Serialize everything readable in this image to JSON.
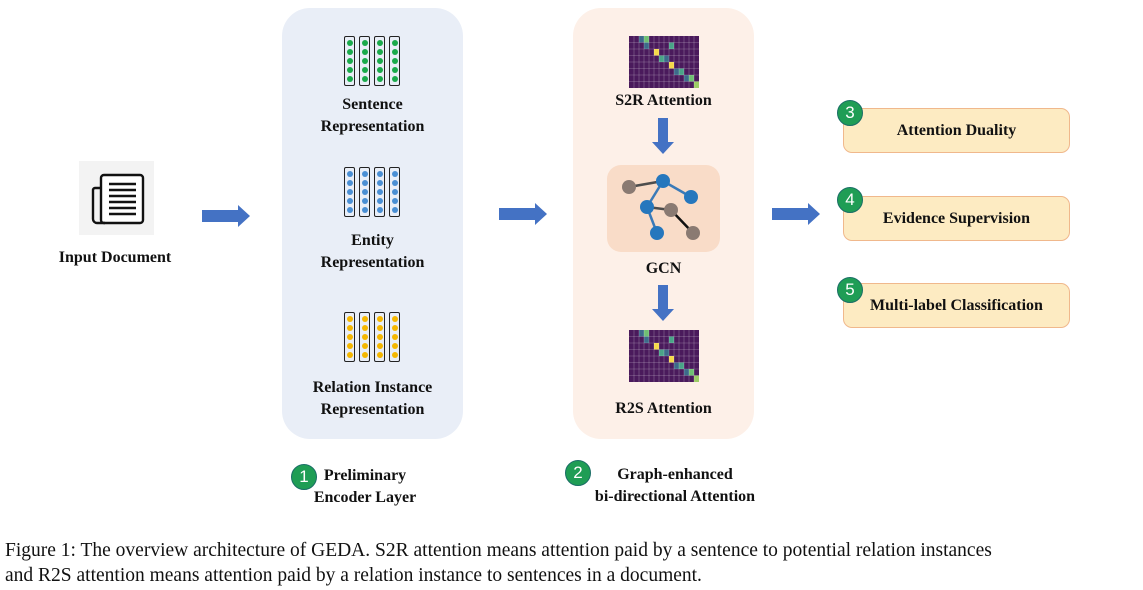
{
  "input": {
    "icon": "newspaper-document-icon",
    "label": "Input Document"
  },
  "encoder_panel": {
    "items": [
      {
        "label_line1": "Sentence",
        "label_line2": "Representation",
        "icon": "vector-stack-icon",
        "dot_color": "#1aaa4b"
      },
      {
        "label_line1": "Entity",
        "label_line2": "Representation",
        "icon": "vector-stack-icon",
        "dot_color": "#4a8fd4"
      },
      {
        "label_line1": "Relation Instance",
        "label_line2": "Representation",
        "icon": "vector-stack-icon",
        "dot_color": "#f5b700"
      }
    ],
    "step_number": "1",
    "title_line1": "Preliminary",
    "title_line2": "Encoder Layer"
  },
  "attention_panel": {
    "top_label": "S2R Attention",
    "middle_label": "GCN",
    "bottom_label": "R2S Attention",
    "step_number": "2",
    "title_line1": "Graph-enhanced",
    "title_line2": "bi-directional Attention"
  },
  "outputs": [
    {
      "step_number": "3",
      "label": "Attention Duality"
    },
    {
      "step_number": "4",
      "label": "Evidence Supervision"
    },
    {
      "step_number": "5",
      "label": "Multi-label Classification"
    }
  ],
  "colors": {
    "arrow": "#4472c4",
    "encoder_bg": "#e9eef7",
    "attention_bg": "#fdf0e8",
    "output_bg": "#fdebc2",
    "badge": "#1f9d55"
  },
  "caption": {
    "line1": "Figure 1: The overview architecture of GEDA. S2R attention means attention paid by a sentence to potential relation instances",
    "line2": "and R2S attention means attention paid by a relation instance to sentences in a document."
  }
}
